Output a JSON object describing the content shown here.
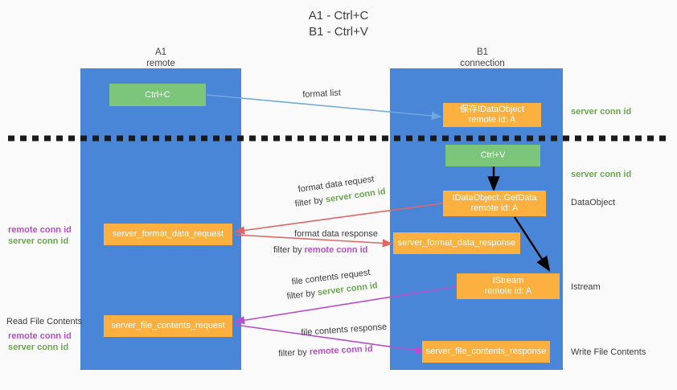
{
  "title": {
    "line1": "A1 - Ctrl+C",
    "line2": "B1 - Ctrl+V"
  },
  "columns": [
    {
      "name": "A1",
      "sub": "remote"
    },
    {
      "name": "B1",
      "sub": "connection"
    }
  ],
  "colors": {
    "lane": "#4a86d8",
    "green_box": "#7bc67b",
    "orange_box": "#fbb040",
    "server_conn": "#6aa84f",
    "remote_conn": "#b84ecb",
    "arrow_blue": "#6fa8dc",
    "arrow_red": "#e06666",
    "arrow_purple": "#b84ecb",
    "arrow_black": "#000000",
    "background": "#fafafa",
    "text": "#3c3c3c"
  },
  "boxes": {
    "ctrl_c": "Ctrl+C",
    "ctrl_v": "Ctrl+V",
    "save_dataobject_l1": "保存IDataObject",
    "save_dataobject_l2": "remote id: A",
    "getdata_l1": "IDataObject::GetData",
    "getdata_l2": "remote id: A",
    "istream_l1": "IStream",
    "istream_l2": "remote id: A",
    "format_data_request": "server_format_data_request",
    "format_data_response": "server_format_data_response",
    "file_contents_request": "server_file_contents_request",
    "file_contents_response": "server_file_contents_response"
  },
  "right_labels": {
    "server_conn_1": "server conn id",
    "server_conn_2": "server conn id",
    "dataobject": "DataObject",
    "istream": "Istream",
    "write_file_contents": "Write File Contents"
  },
  "left_labels": {
    "remote_conn_1": "remote conn id",
    "server_conn_1": "server conn id",
    "read_file_contents": "Read File Contents",
    "remote_conn_2": "remote conn id",
    "server_conn_2": "server conn id"
  },
  "annotations": {
    "format_list": "format list",
    "format_data_request": "format data request",
    "filter_by": "filter by",
    "server_conn_id": "server conn id",
    "remote_conn_id": "remote conn id",
    "format_data_response": "format data response",
    "file_contents_request": "file contents request",
    "file_contents_response": "file contents response"
  }
}
